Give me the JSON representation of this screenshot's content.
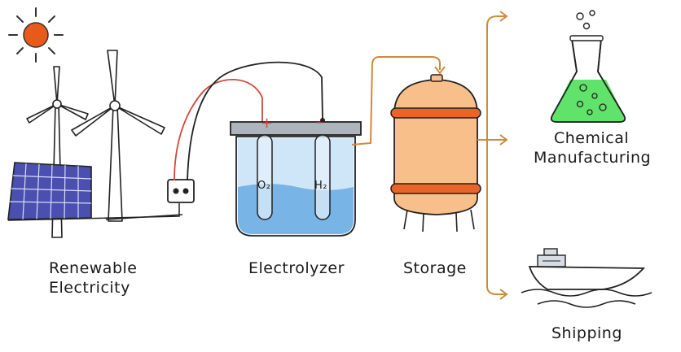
{
  "labels": {
    "renewable_line1": "Renewable",
    "renewable_line2": "Electricity",
    "electrolyzer": "Electrolyzer",
    "storage": "Storage",
    "chemical_line1": "Chemical",
    "chemical_line2": "Manufacturing",
    "shipping": "Shipping"
  },
  "electrode_marks": {
    "anode_sign": "+",
    "cathode_sign": "–",
    "anode_gas": "O₂",
    "cathode_gas": "H₂"
  },
  "icons": [
    "sun-icon",
    "wind-turbine-icon",
    "solar-panel-icon",
    "power-outlet-icon",
    "electrolyzer-tank-icon",
    "storage-tank-icon",
    "flask-icon",
    "ship-icon"
  ],
  "colors": {
    "sun": "#e85a1c",
    "solar_panel": "#4a4fb0",
    "water": "#78b4e6",
    "storage_tank": "#f9bf8a",
    "storage_bands": "#e8642a",
    "flask_liquid": "#5fe36a",
    "pipe": "#cf8a3a",
    "positive_wire": "#d0483a"
  }
}
